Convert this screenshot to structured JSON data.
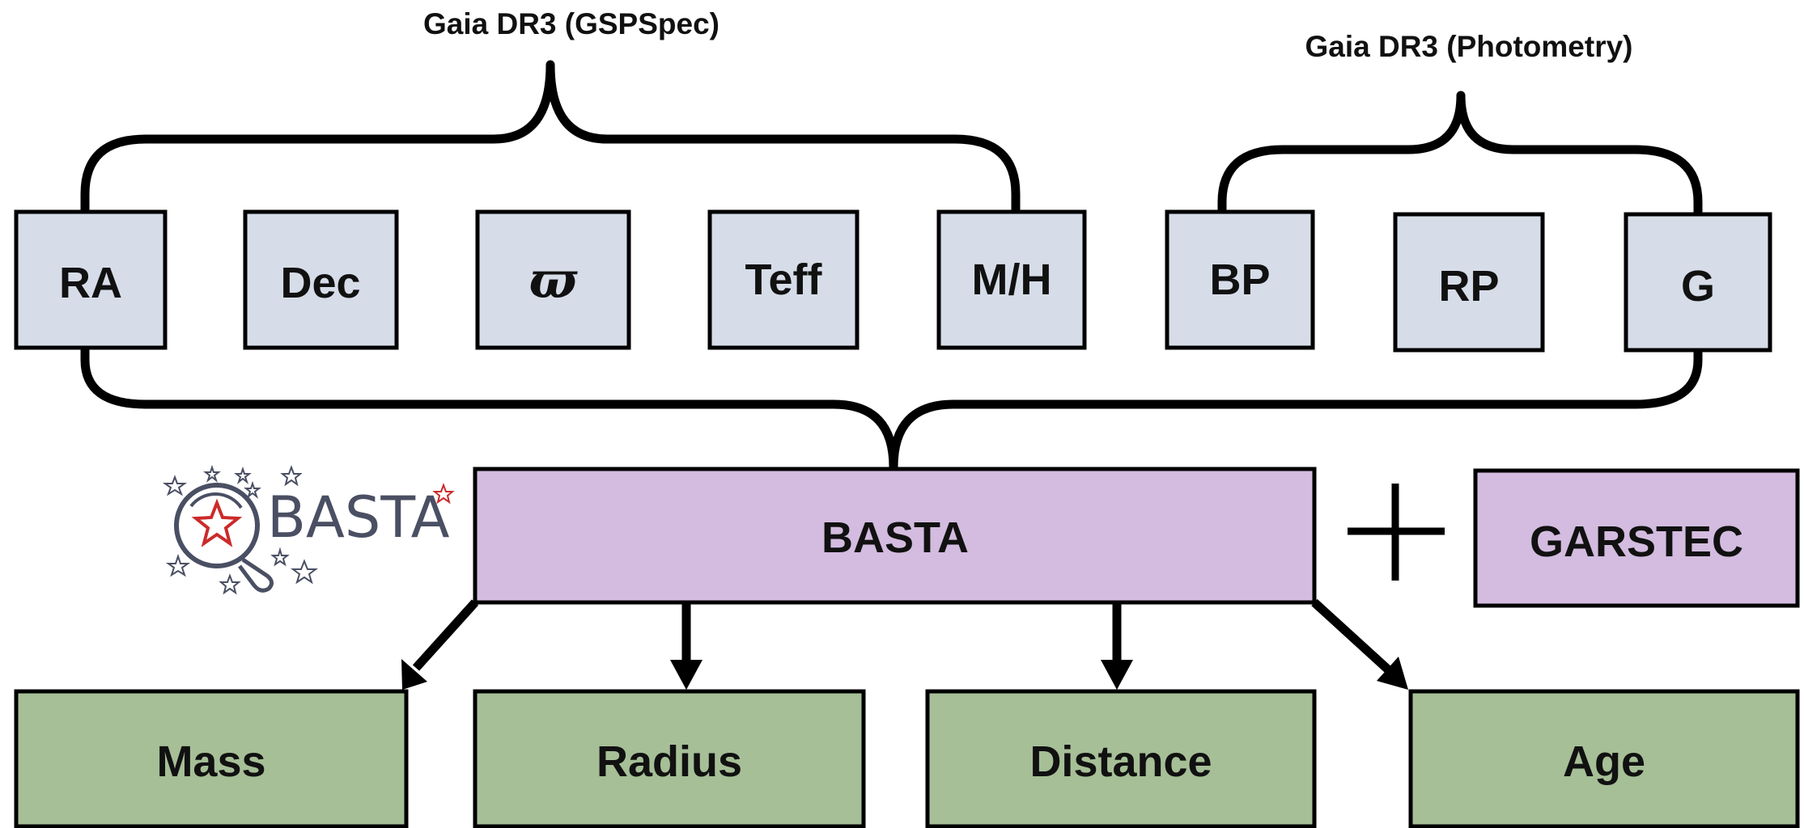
{
  "groups": {
    "gspspec_label": "Gaia DR3 (GSPSpec)",
    "photometry_label": "Gaia DR3 (Photometry)"
  },
  "inputs": [
    {
      "key": "ra",
      "label": "RA"
    },
    {
      "key": "dec",
      "label": "Dec"
    },
    {
      "key": "parallax",
      "label": "ϖ"
    },
    {
      "key": "teff",
      "label": "Teff"
    },
    {
      "key": "mh",
      "label": "M/H"
    },
    {
      "key": "bp",
      "label": "BP"
    },
    {
      "key": "rp",
      "label": "RP"
    },
    {
      "key": "g",
      "label": "G"
    }
  ],
  "logo": {
    "text": "BASTA",
    "icon": "magnifier-star-icon"
  },
  "core": {
    "basta": "BASTA",
    "plus": "+",
    "garstec": "GARSTEC"
  },
  "outputs": [
    {
      "key": "mass",
      "label": "Mass"
    },
    {
      "key": "radius",
      "label": "Radius"
    },
    {
      "key": "distance",
      "label": "Distance"
    },
    {
      "key": "age",
      "label": "Age"
    }
  ],
  "colors": {
    "input_fill": "#d6dde8",
    "core_fill": "#d3bcdf",
    "output_fill": "#a6bf97",
    "stroke": "#000000",
    "logo_gray": "#4a4f63",
    "logo_red": "#cc2a2a"
  }
}
